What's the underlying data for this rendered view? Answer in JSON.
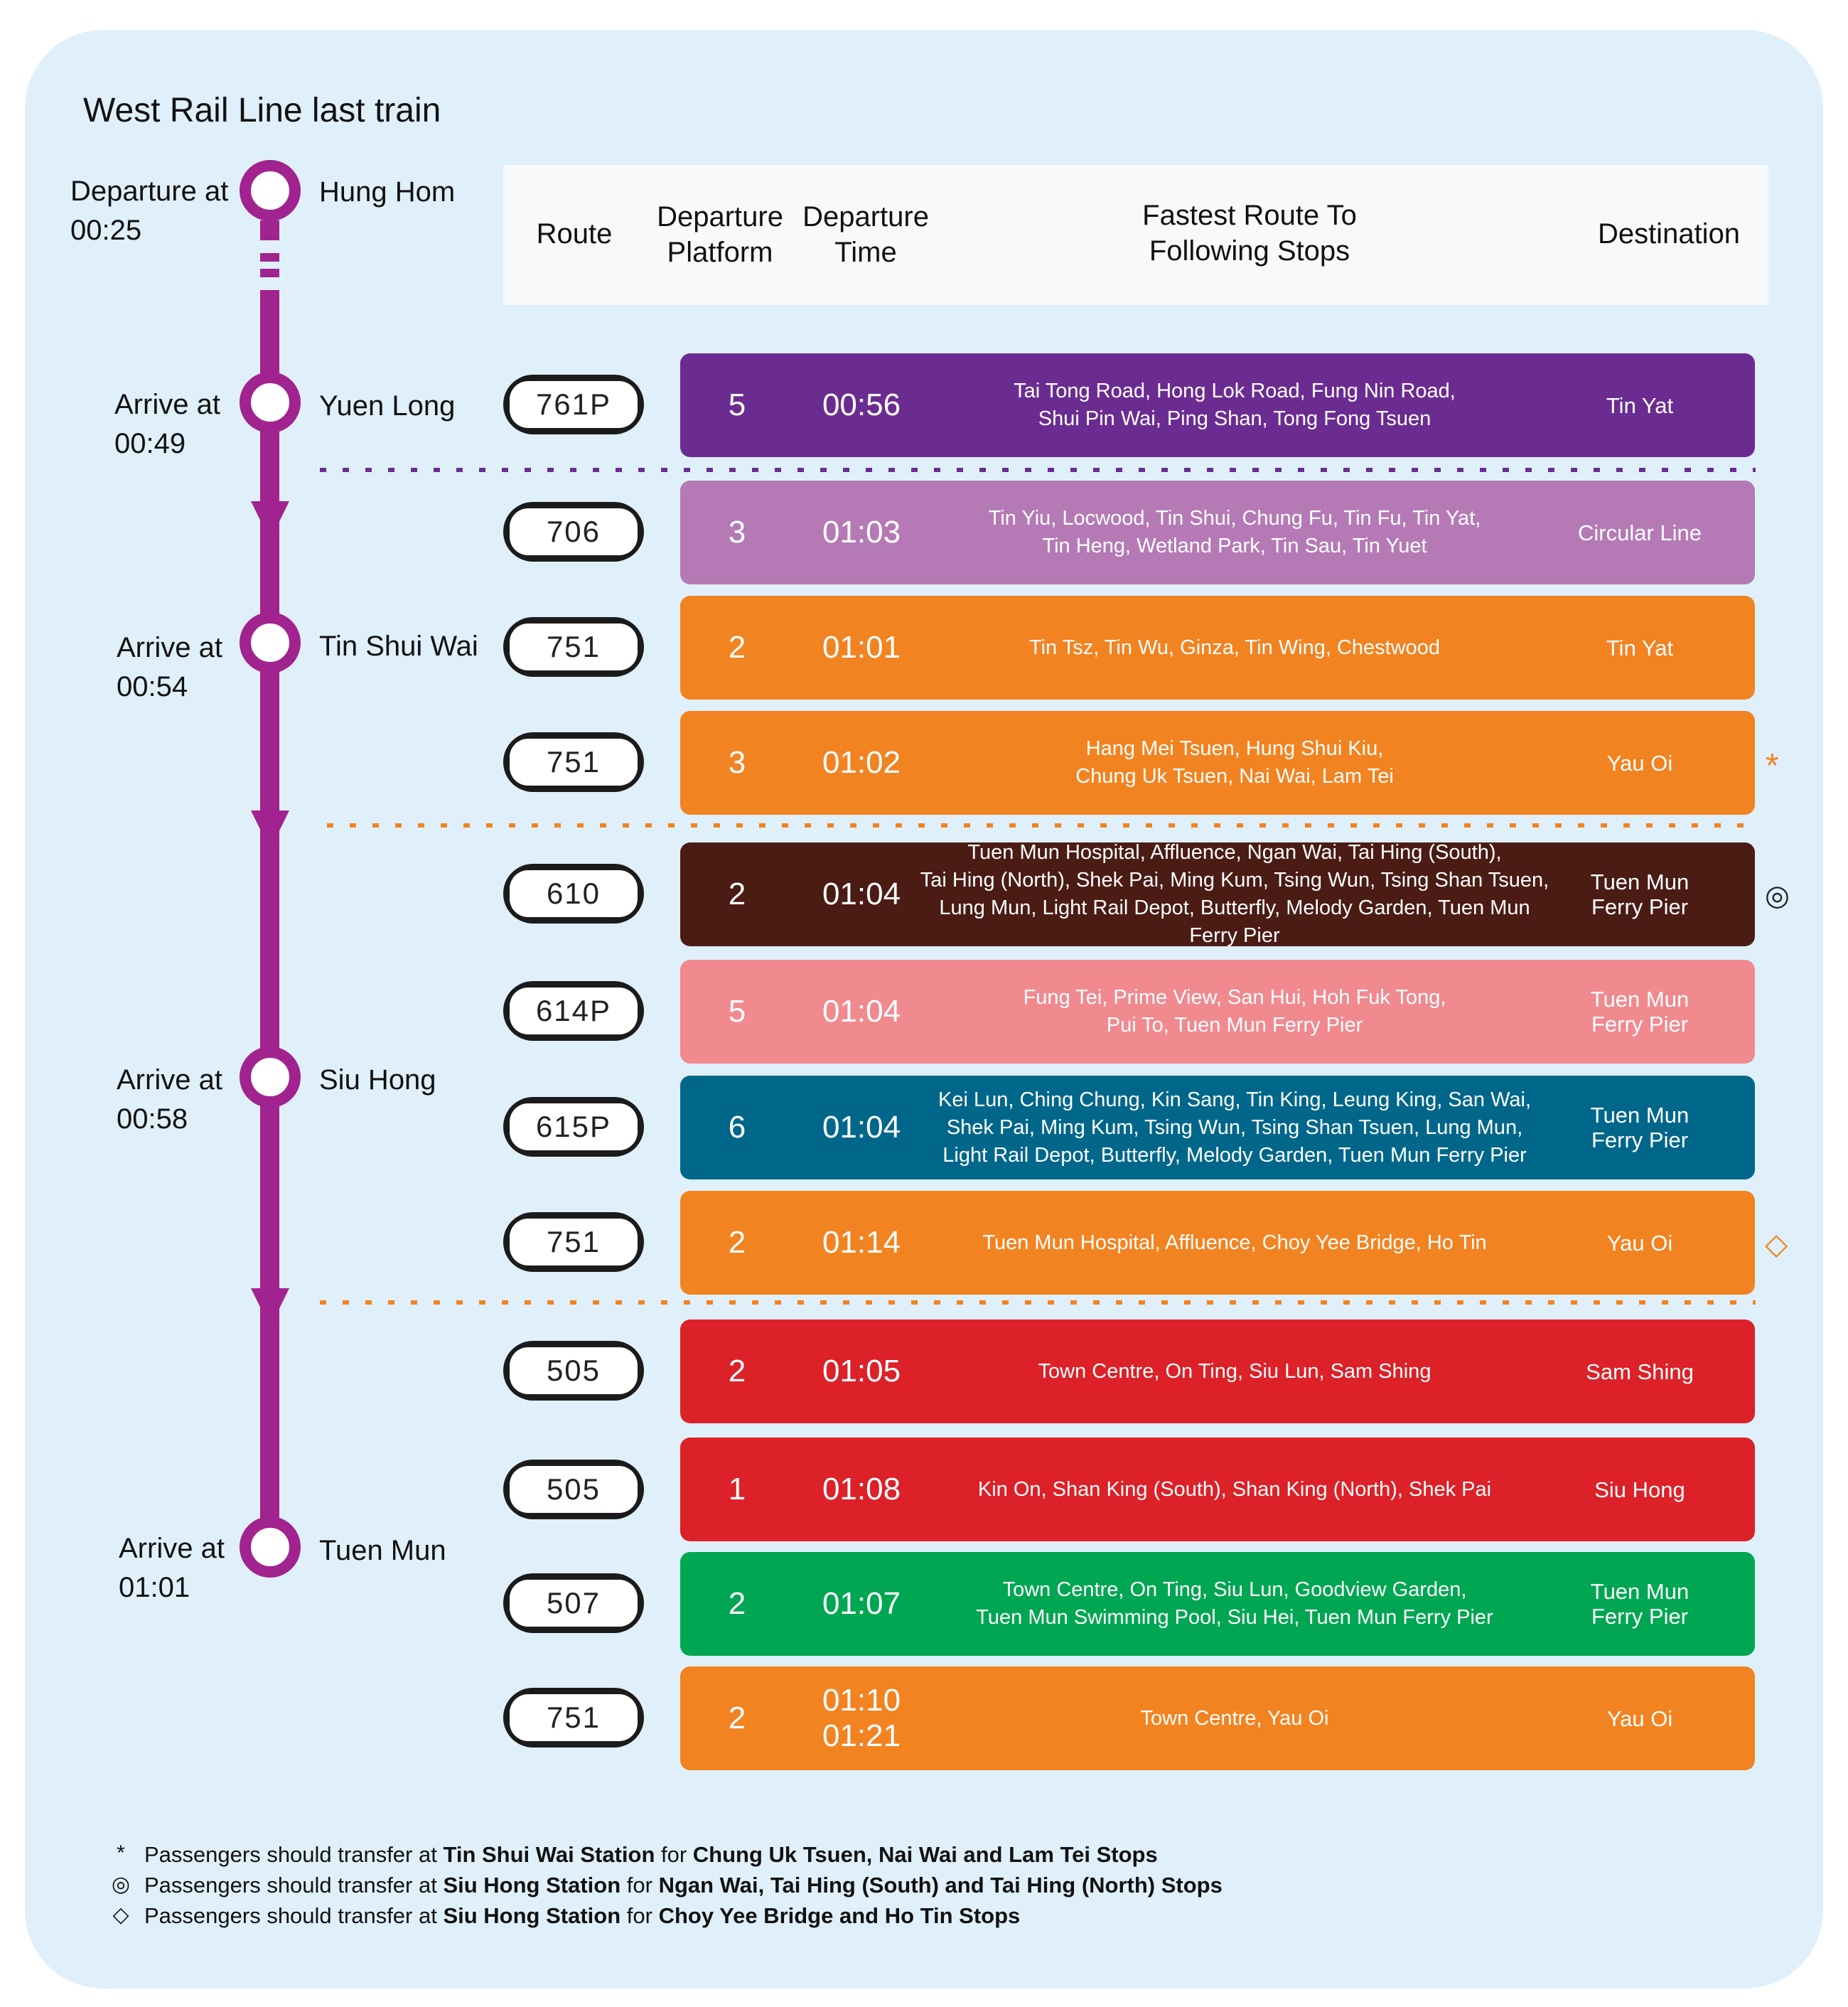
{
  "title": "West Rail Line last train",
  "stations": [
    {
      "name": "Hung Hom",
      "time_label": "Departure at",
      "time": "00:25"
    },
    {
      "name": "Yuen Long",
      "time_label": "Arrive at",
      "time": "00:49"
    },
    {
      "name": "Tin Shui Wai",
      "time_label": "Arrive at",
      "time": "00:54"
    },
    {
      "name": "Siu Hong",
      "time_label": "Arrive at",
      "time": "00:58"
    },
    {
      "name": "Tuen Mun",
      "time_label": "Arrive at",
      "time": "01:01"
    }
  ],
  "header": {
    "route": "Route",
    "platform_1": "Departure",
    "platform_2": "Platform",
    "time_1": "Departure",
    "time_2": "Time",
    "stops_1": "Fastest Route To",
    "stops_2": "Following Stops",
    "destination": "Destination"
  },
  "routes": [
    {
      "route": "761P",
      "platform": "5",
      "time": "00:56",
      "stops": "Tai Tong Road, Hong Lok Road, Fung Nin Road,\nShui Pin Wai, Ping Shan, Tong Fong Tsuen",
      "destination": "Tin Yat",
      "color": "#6b2c91",
      "marker": ""
    },
    {
      "route": "706",
      "platform": "3",
      "time": "01:03",
      "stops": "Tin Yiu, Locwood, Tin Shui, Chung Fu, Tin Fu, Tin Yat,\nTin Heng, Wetland Park, Tin Sau, Tin Yuet",
      "destination": "Circular Line",
      "color": "#b57ab5",
      "marker": ""
    },
    {
      "route": "751",
      "platform": "2",
      "time": "01:01",
      "stops": "Tin Tsz, Tin Wu, Ginza, Tin Wing, Chestwood",
      "destination": "Tin Yat",
      "color": "#f28321",
      "marker": ""
    },
    {
      "route": "751",
      "platform": "3",
      "time": "01:02",
      "stops": "Hang Mei Tsuen, Hung Shui Kiu,\nChung Uk Tsuen, Nai Wai, Lam Tei",
      "destination": "Yau Oi",
      "color": "#f28321",
      "marker": "*"
    },
    {
      "route": "610",
      "platform": "2",
      "time": "01:04",
      "stops": "Tuen Mun Hospital, Affluence, Ngan Wai, Tai Hing (South),\nTai Hing (North), Shek Pai, Ming Kum, Tsing Wun, Tsing Shan Tsuen,\nLung Mun, Light Rail Depot, Butterfly, Melody Garden, Tuen Mun Ferry Pier",
      "destination": "Tuen Mun\nFerry Pier",
      "color": "#4a1c14",
      "marker": "◎"
    },
    {
      "route": "614P",
      "platform": "5",
      "time": "01:04",
      "stops": "Fung Tei, Prime View, San Hui, Hoh Fuk Tong,\nPui To, Tuen Mun Ferry Pier",
      "destination": "Tuen Mun\nFerry Pier",
      "color": "#f08a8f",
      "marker": ""
    },
    {
      "route": "615P",
      "platform": "6",
      "time": "01:04",
      "stops": "Kei Lun, Ching Chung, Kin Sang, Tin King, Leung King, San Wai,\nShek Pai,  Ming Kum, Tsing Wun, Tsing Shan Tsuen, Lung Mun,\nLight Rail Depot, Butterfly, Melody Garden, Tuen Mun Ferry Pier",
      "destination": "Tuen Mun\nFerry Pier",
      "color": "#00678a",
      "marker": ""
    },
    {
      "route": "751",
      "platform": "2",
      "time": "01:14",
      "stops": "Tuen Mun Hospital, Affluence, Choy Yee Bridge, Ho Tin",
      "destination": "Yau Oi",
      "color": "#f28321",
      "marker": "◇"
    },
    {
      "route": "505",
      "platform": "2",
      "time": "01:05",
      "stops": "Town Centre, On Ting, Siu Lun, Sam Shing",
      "destination": "Sam Shing",
      "color": "#dc2128",
      "marker": ""
    },
    {
      "route": "505",
      "platform": "1",
      "time": "01:08",
      "stops": "Kin On, Shan King (South), Shan King (North), Shek Pai",
      "destination": "Siu Hong",
      "color": "#dc2128",
      "marker": ""
    },
    {
      "route": "507",
      "platform": "2",
      "time": "01:07",
      "stops": "Town Centre, On Ting, Siu Lun, Goodview Garden,\nTuen Mun Swimming Pool, Siu Hei, Tuen Mun Ferry Pier",
      "destination": "Tuen Mun\nFerry Pier",
      "color": "#00a651",
      "marker": ""
    },
    {
      "route": "751",
      "platform": "2",
      "time": "01:10\n01:21",
      "stops": "Town Centre, Yau Oi",
      "destination": "Yau Oi",
      "color": "#f28321",
      "marker": ""
    }
  ],
  "notes": [
    {
      "symbol": "*",
      "pre": "Passengers should transfer at ",
      "station": "Tin Shui Wai Station",
      "mid": " for ",
      "stops": "Chung Uk Tsuen, Nai Wai and Lam Tei Stops"
    },
    {
      "symbol": "◎",
      "pre": "Passengers should transfer at ",
      "station": "Siu Hong Station",
      "mid": " for ",
      "stops": "Ngan Wai, Tai Hing (South) and Tai Hing (North) Stops"
    },
    {
      "symbol": "◇",
      "pre": "Passengers should transfer at ",
      "station": "Siu Hong Station",
      "mid": " for ",
      "stops": "Choy Yee Bridge and Ho Tin Stops"
    }
  ],
  "colors": {
    "line": "#a1238f",
    "panel": "#dff0fb",
    "purple_divider": "#6b2c91",
    "orange_divider": "#f28321"
  }
}
